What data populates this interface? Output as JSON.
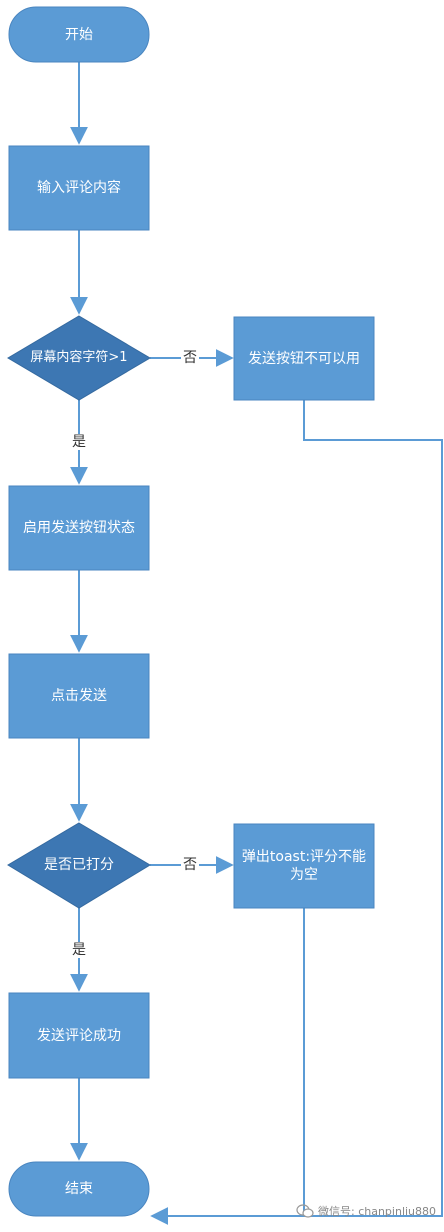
{
  "nodes": {
    "start": "开始",
    "input": "输入评论内容",
    "check_chars": "屏幕内容字符>1",
    "send_disabled": "发送按钮不可以用",
    "enable_send": "启用发送按钮状态",
    "click_send": "点击发送",
    "check_score": "是否已打分",
    "toast": "弹出toast:评分不能为空",
    "success": "发送评论成功",
    "end": "结束"
  },
  "edges": {
    "no": "否",
    "yes": "是"
  },
  "watermark": "微信号: chanpinliu880",
  "colors": {
    "node_fill": "#5b9bd5",
    "node_stroke": "#4a86c0",
    "decision_fill": "#3d77b3",
    "connector": "#5b9bd5"
  }
}
